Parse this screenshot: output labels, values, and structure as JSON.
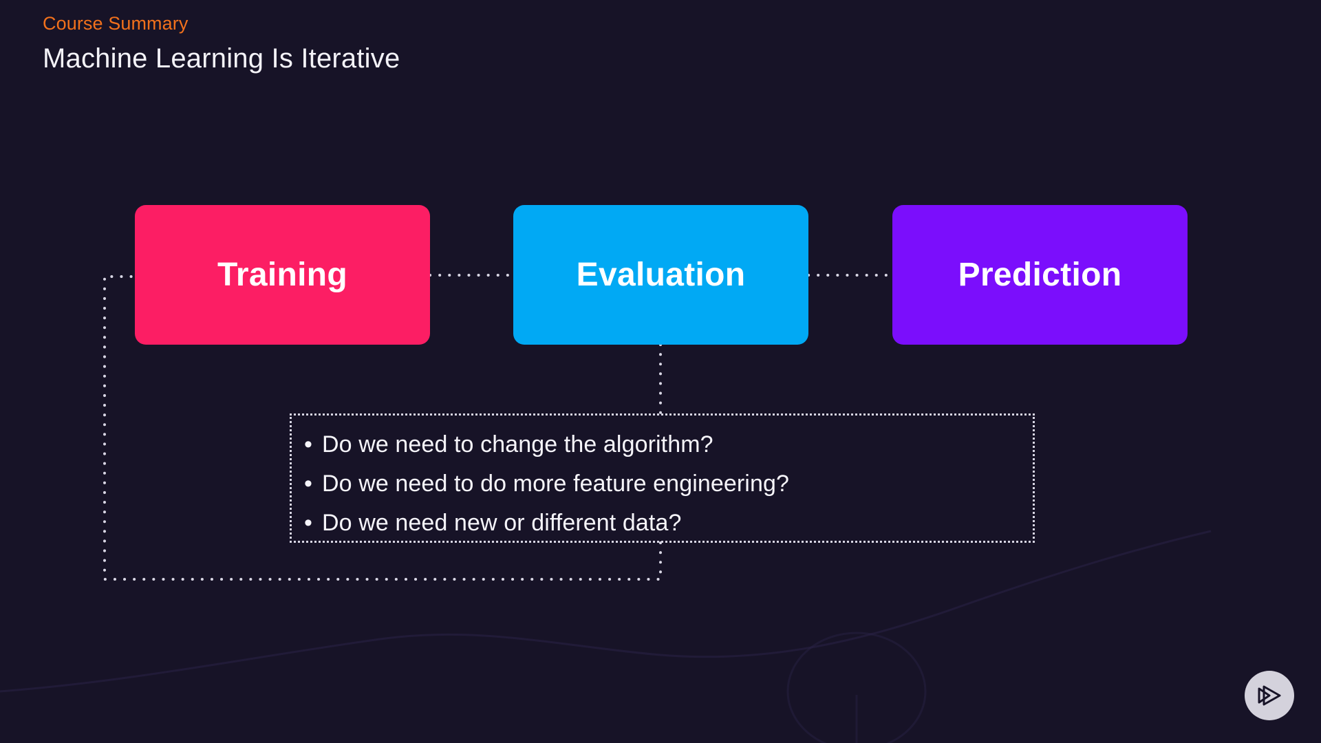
{
  "header": {
    "eyebrow": "Course Summary",
    "title": "Machine Learning Is Iterative"
  },
  "diagram": {
    "nodes": [
      {
        "id": "training",
        "label": "Training",
        "color": "#FC1E64"
      },
      {
        "id": "evaluation",
        "label": "Evaluation",
        "color": "#01A9F4"
      },
      {
        "id": "prediction",
        "label": "Prediction",
        "color": "#7B0EFC"
      }
    ],
    "connector_color": "#D8D6E4",
    "connector_style": "dotted",
    "feedback_loop": "Evaluation feeds back into Training"
  },
  "questions": {
    "bullet": "•",
    "items": [
      "Do we need to change the algorithm?",
      "Do we need to do more feature engineering?",
      "Do we need new or different data?"
    ],
    "border_color": "#D8D6E4"
  },
  "brand": {
    "logo_name": "pluralsight-play-logo",
    "circle_color": "#D4D2DC",
    "glyph_color": "#171327"
  },
  "theme": {
    "background": "#171327",
    "accent_orange": "#F2711C",
    "text_primary": "#F4F3F8"
  }
}
